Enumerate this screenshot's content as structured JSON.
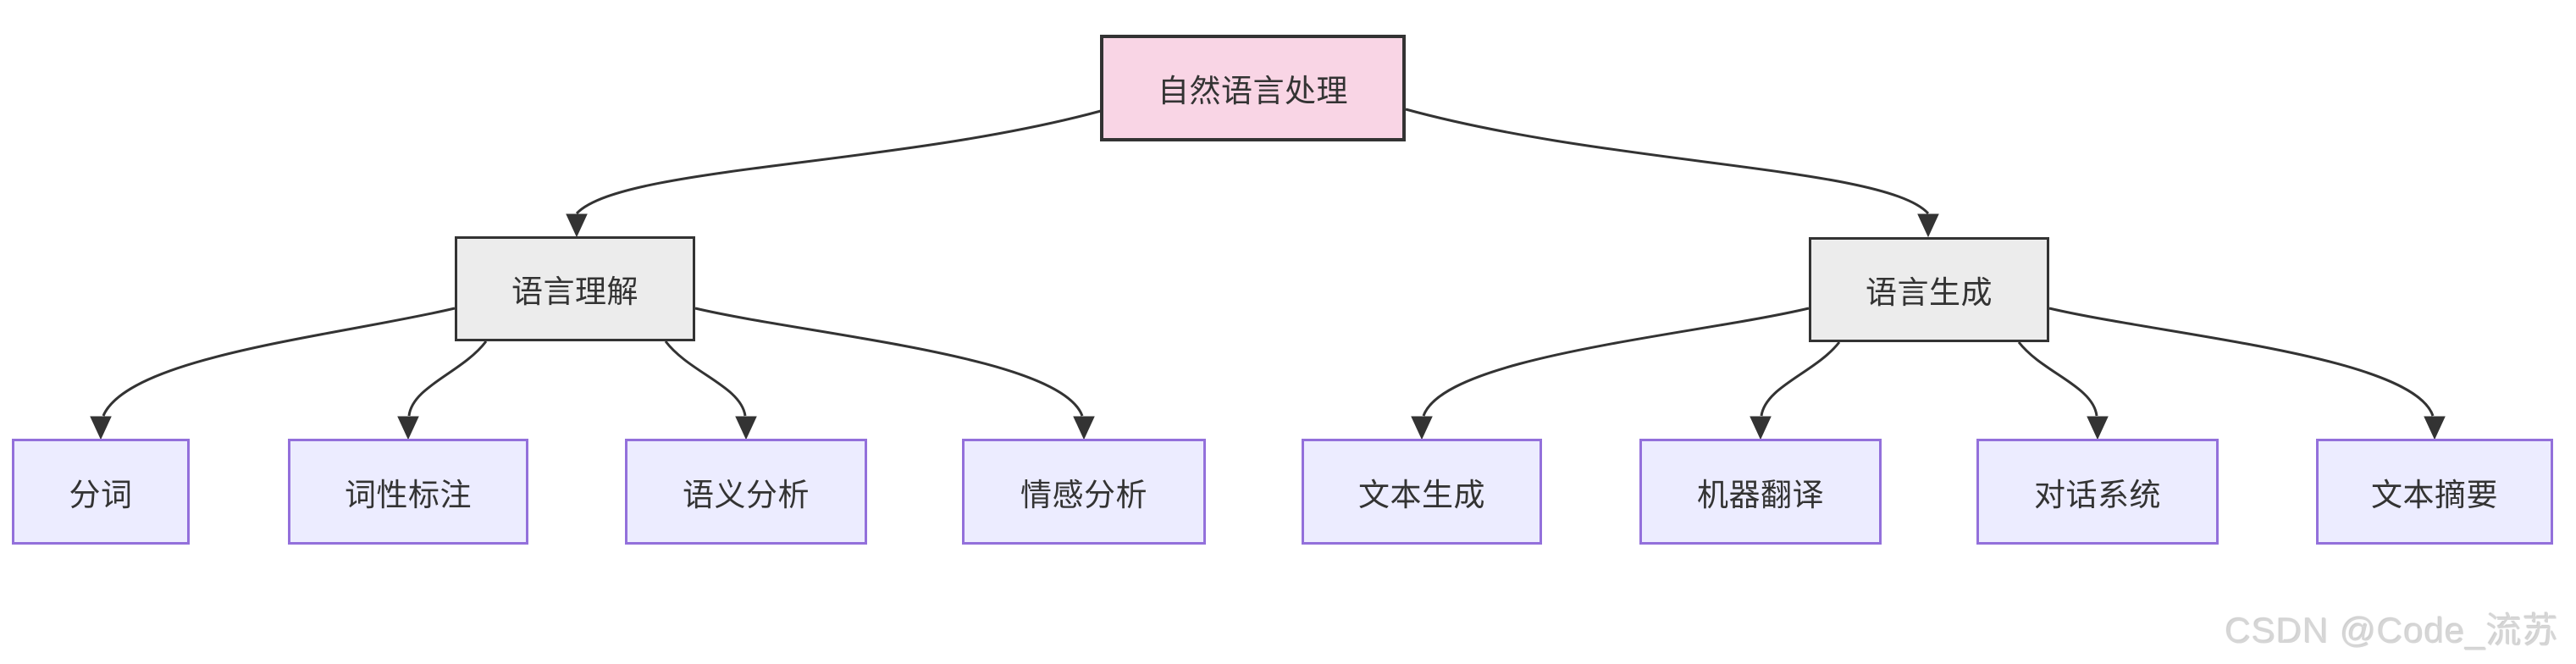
{
  "diagram": {
    "root": {
      "label": "自然语言处理"
    },
    "branches": [
      {
        "label": "语言理解",
        "children": [
          {
            "label": "分词"
          },
          {
            "label": "词性标注"
          },
          {
            "label": "语义分析"
          },
          {
            "label": "情感分析"
          }
        ]
      },
      {
        "label": "语言生成",
        "children": [
          {
            "label": "文本生成"
          },
          {
            "label": "机器翻译"
          },
          {
            "label": "对话系统"
          },
          {
            "label": "文本摘要"
          }
        ]
      }
    ],
    "colors": {
      "root_fill": "#f9d5e5",
      "branch_fill": "#ececec",
      "leaf_fill": "#ececff",
      "leaf_border": "#9370db",
      "dark_border": "#333333",
      "edge": "#333333"
    }
  },
  "watermark": {
    "text": "CSDN @Code_流苏"
  }
}
